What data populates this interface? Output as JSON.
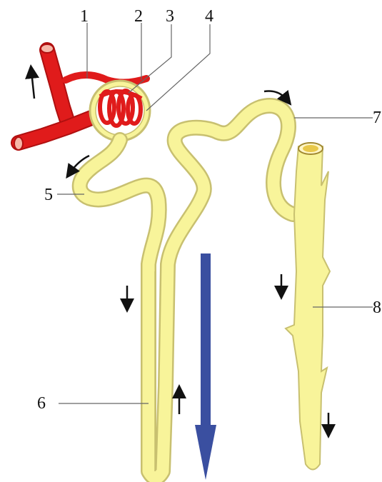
{
  "diagram": {
    "labels": [
      {
        "id": "1",
        "text": "1"
      },
      {
        "id": "2",
        "text": "2"
      },
      {
        "id": "3",
        "text": "3"
      },
      {
        "id": "4",
        "text": "4"
      },
      {
        "id": "5",
        "text": "5"
      },
      {
        "id": "6",
        "text": "6"
      },
      {
        "id": "7",
        "text": "7"
      },
      {
        "id": "8",
        "text": "8"
      }
    ],
    "colors": {
      "vessel": "#e01b1b",
      "vessel_dark": "#b01010",
      "tubule_fill": "#f8f49a",
      "tubule_outline": "#c8c070",
      "flow_arrow": "#3a4fa0",
      "leader_line": "#666666",
      "small_arrow": "#111111"
    },
    "icons": [
      "flow-arrow-icon",
      "direction-arrow-icon"
    ]
  }
}
